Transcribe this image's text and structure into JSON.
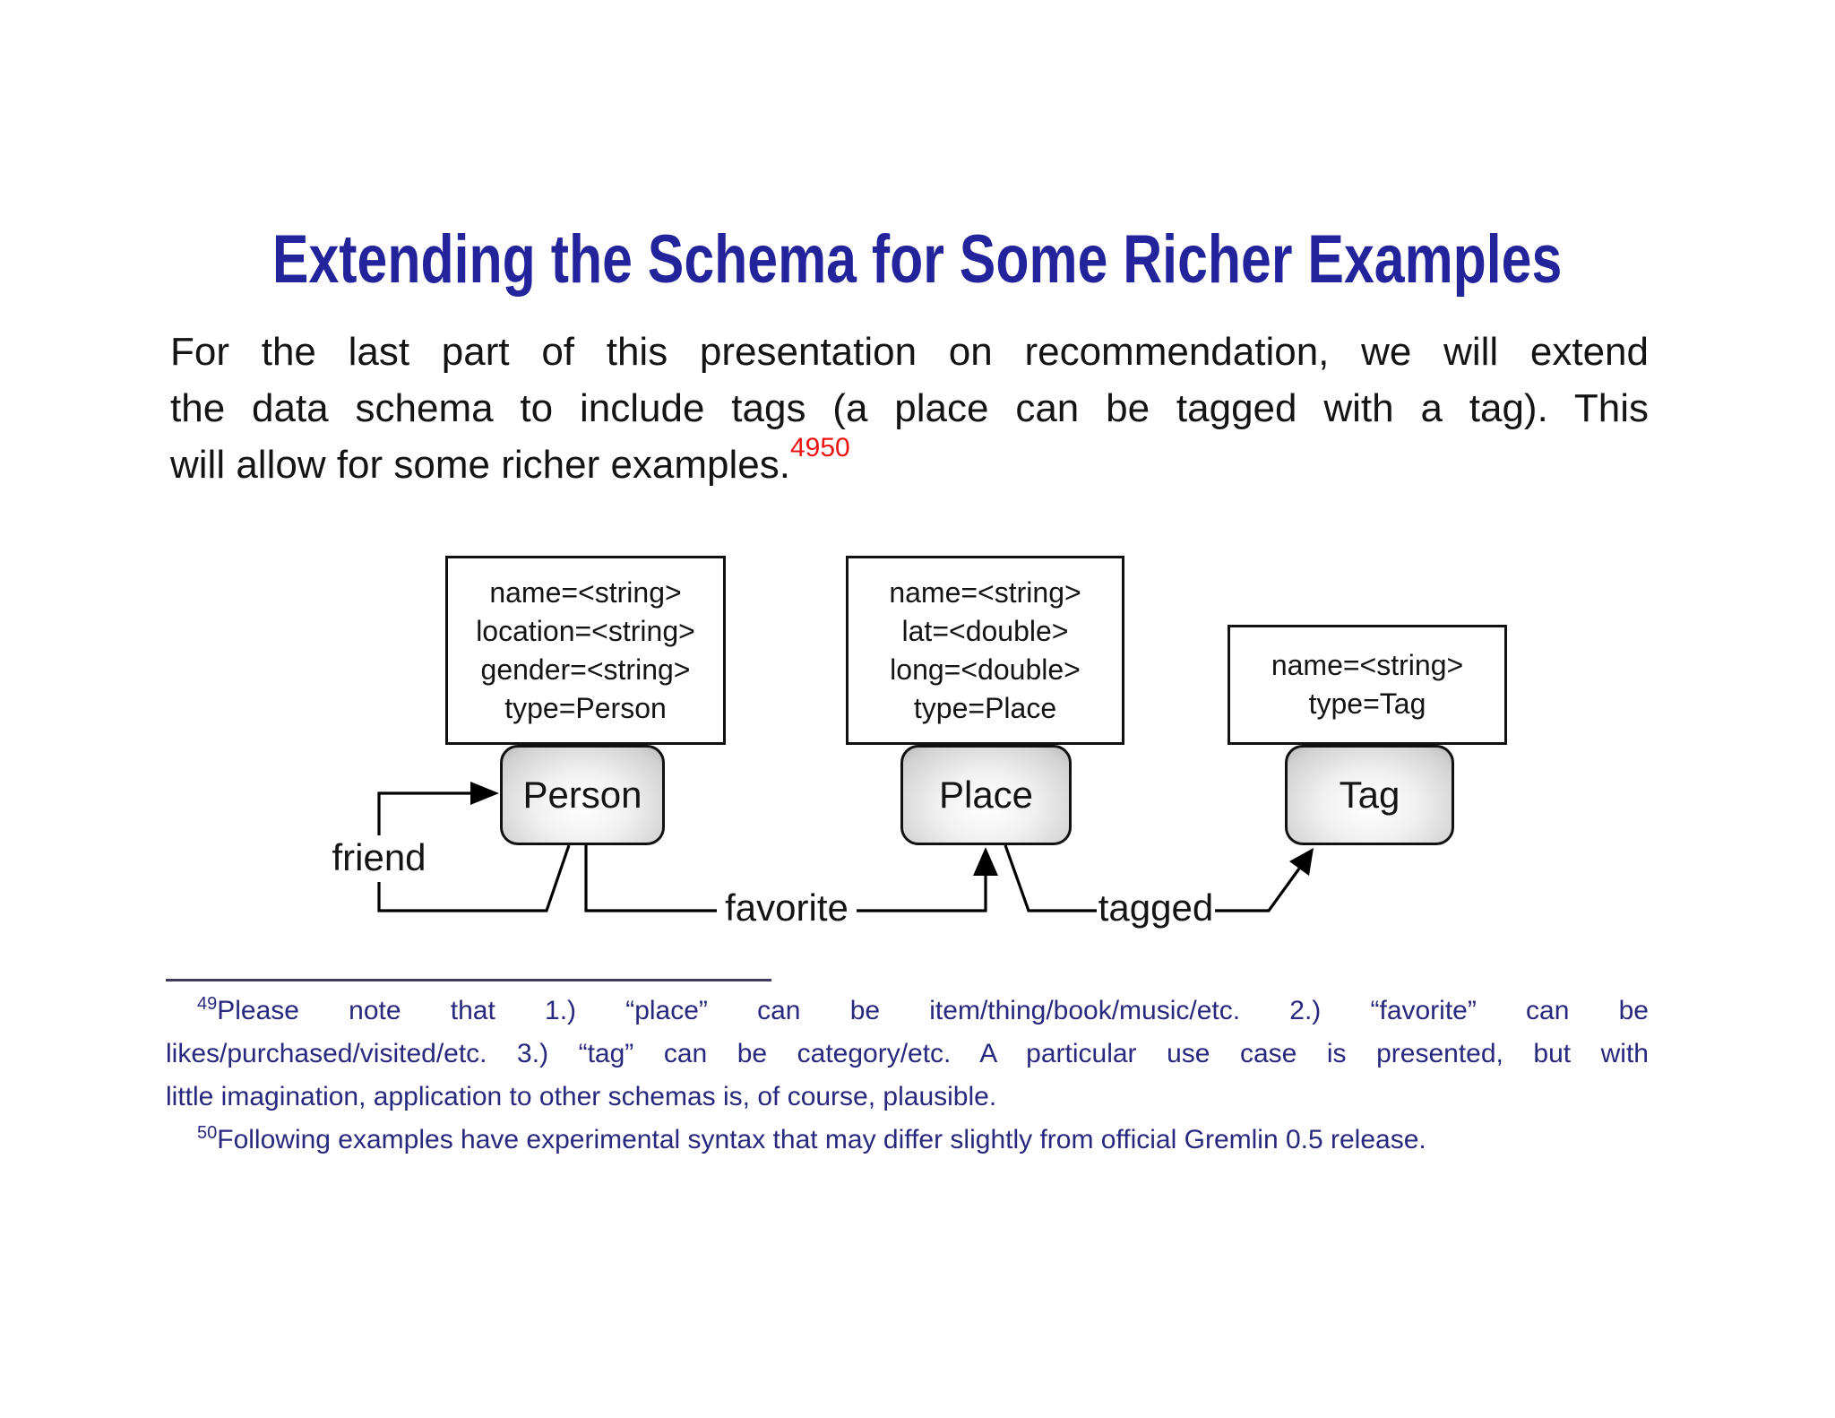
{
  "title": "Extending the Schema for Some Richer Examples",
  "body": {
    "line1": "For the last part of this presentation on recommendation, we will extend",
    "line2": "the data schema to include tags (a place can be tagged with a tag). This",
    "line3": "will allow for some richer examples.",
    "footnote_marks": "4950"
  },
  "diagram": {
    "nodes": [
      {
        "id": "person",
        "label": "Person",
        "attrs": [
          "name=<string>",
          "location=<string>",
          "gender=<string>",
          "type=Person"
        ]
      },
      {
        "id": "place",
        "label": "Place",
        "attrs": [
          "name=<string>",
          "lat=<double>",
          "long=<double>",
          "type=Place"
        ]
      },
      {
        "id": "tag",
        "label": "Tag",
        "attrs": [
          "name=<string>",
          "type=Tag"
        ]
      }
    ],
    "edges": [
      {
        "label": "friend"
      },
      {
        "label": "favorite"
      },
      {
        "label": "tagged"
      }
    ]
  },
  "footnotes": [
    {
      "mark": "49",
      "line1": "Please note that 1.) “place” can be item/thing/book/music/etc. 2.) “favorite” can be",
      "line2": "likes/purchased/visited/etc. 3.) “tag” can be category/etc. A particular use case is presented, but with",
      "line3": "little imagination, application to other schemas is, of course, plausible."
    },
    {
      "mark": "50",
      "text": "Following examples have experimental syntax that may differ slightly from official Gremlin 0.5 release."
    }
  ],
  "colors": {
    "title-blue": "#23239b",
    "footnote-blue": "#28287f",
    "mark-red": "#ee1111",
    "text-black": "#141414",
    "line-black": "#000000",
    "node-border": "#111111",
    "node-gray": "#aeaeae",
    "rule-color": "#3c3c60"
  }
}
